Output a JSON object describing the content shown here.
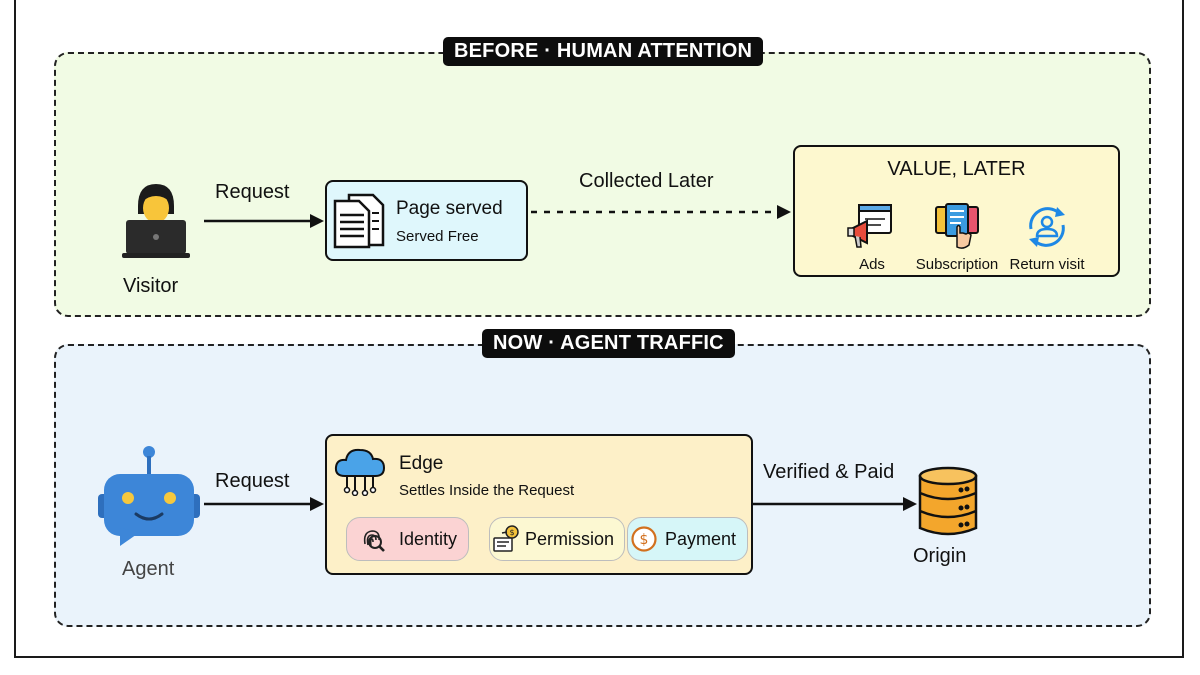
{
  "sections": {
    "before": {
      "tag": "BEFORE · HUMAN ATTENTION",
      "visitor_label": "Visitor",
      "request_label": "Request",
      "page_box": {
        "title": "Page served",
        "subtitle": "Served Free"
      },
      "collected_label": "Collected Later",
      "value_box": {
        "title": "VALUE, LATER",
        "items": [
          {
            "label": "Ads",
            "icon": "megaphone-icon"
          },
          {
            "label": "Subscription",
            "icon": "subscription-icon"
          },
          {
            "label": "Return visit",
            "icon": "return-visit-icon"
          }
        ]
      }
    },
    "now": {
      "tag": "NOW · AGENT TRAFFIC",
      "agent_label": "Agent",
      "request_label": "Request",
      "edge_box": {
        "title": "Edge",
        "subtitle": "Settles Inside the Request",
        "pills": [
          {
            "label": "Identity",
            "icon": "fingerprint-icon",
            "color": "#fbd3d3"
          },
          {
            "label": "Permission",
            "icon": "permission-icon",
            "color": "#fcf8d2"
          },
          {
            "label": "Payment",
            "icon": "dollar-icon",
            "color": "#d6f6f8"
          }
        ]
      },
      "verified_label": "Verified & Paid",
      "origin_label": "Origin"
    }
  },
  "colors": {
    "before_bg": "#f1fbe4",
    "now_bg": "#eaf3fb",
    "page_box": "#dff7fc",
    "value_box": "#fdf8cf",
    "edge_box": "#fdf0c8",
    "agent_blue": "#3d86d8",
    "origin_orange": "#f3a62c"
  }
}
